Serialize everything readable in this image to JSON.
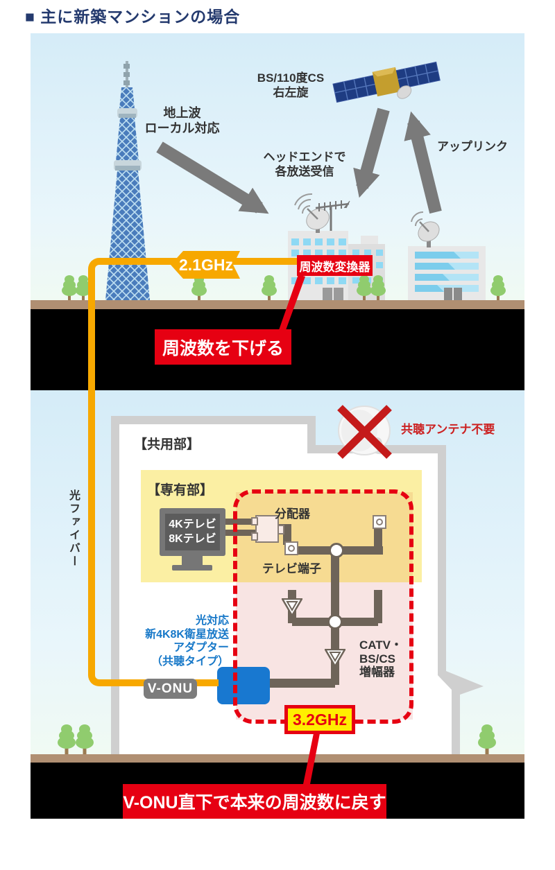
{
  "header": {
    "title": "■ 主に新築マンションの場合"
  },
  "colors": {
    "accent_red": "#E60012",
    "accent_orange": "#F7A800",
    "adapter_blue": "#1878D0",
    "cable_taupe": "#6E6459",
    "header_navy": "#243A6E"
  },
  "sky_scene": {
    "terrestrial_label": [
      "地上波",
      "ローカル対応"
    ],
    "satellite_label": [
      "BS/110度CS",
      "右左旋"
    ],
    "headend_label": [
      "ヘッドエンドで",
      "各放送受信"
    ],
    "uplink_label": "アップリンク",
    "frequency_badge": "2.1GHz",
    "converter_box": "周波数変換器",
    "callout": "周波数を下げる"
  },
  "fiber_label": "光ファイバー",
  "building_scene": {
    "no_antenna_label": "共聴アンテナ不要",
    "common_area_label": "【共用部】",
    "private_area_label": "【専有部】",
    "tv_label": [
      "4Kテレビ",
      "8Kテレビ"
    ],
    "splitter_label": "分配器",
    "outlet_label": "テレビ端子",
    "amplifier_label": [
      "CATV・",
      "BS/CS",
      "増幅器"
    ],
    "adapter_label": [
      "光対応",
      "新4K8K衛星放送",
      "アダプター",
      "（共聴タイプ）"
    ],
    "vonu_label": "V-ONU",
    "frequency_badge": "3.2GHz",
    "callout": "V-ONU直下で本来の周波数に戻す"
  }
}
